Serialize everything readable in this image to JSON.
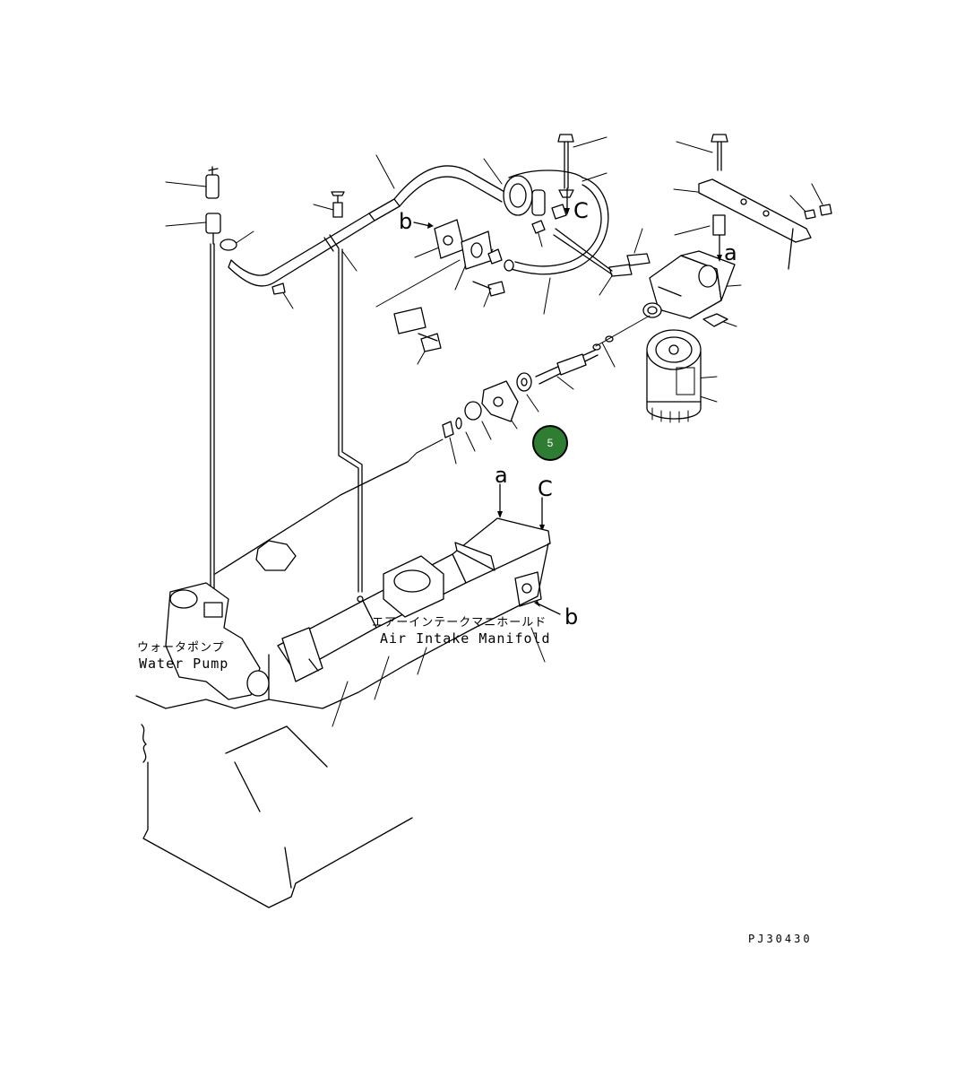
{
  "drawing": {
    "code": "PJ30430",
    "ref_letters": {
      "a": "a",
      "b": "b",
      "c": "C"
    },
    "labels": {
      "water_pump_jp": "ウォータポンプ",
      "water_pump_en": "Water Pump",
      "manifold_jp": "エアーインテークマニホールド",
      "manifold_en": "Air Intake Manifold"
    },
    "callout": {
      "number": "5",
      "color": "#2e7d32"
    }
  }
}
